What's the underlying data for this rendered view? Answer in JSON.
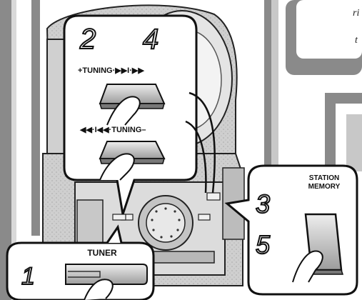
{
  "callout_steps": {
    "top": [
      "2",
      "4"
    ],
    "right_top": "3",
    "right_bottom": "5",
    "bottom_left": "1"
  },
  "labels": {
    "tuning_up": "+TUNING·▶▶I·▶▶",
    "tuning_down": "◀◀·I◀◀·TUNING–",
    "station_memory_line1": "STATION",
    "station_memory_line2": "MEMORY",
    "tuner": "TUNER"
  },
  "partial_text": {
    "line1": "ri",
    "line2": "t"
  },
  "colors": {
    "frame_gray": "#8a8a8a",
    "light_gray": "#d9d9d9",
    "mid_gray": "#b5b5b5",
    "outline": "#111111"
  }
}
